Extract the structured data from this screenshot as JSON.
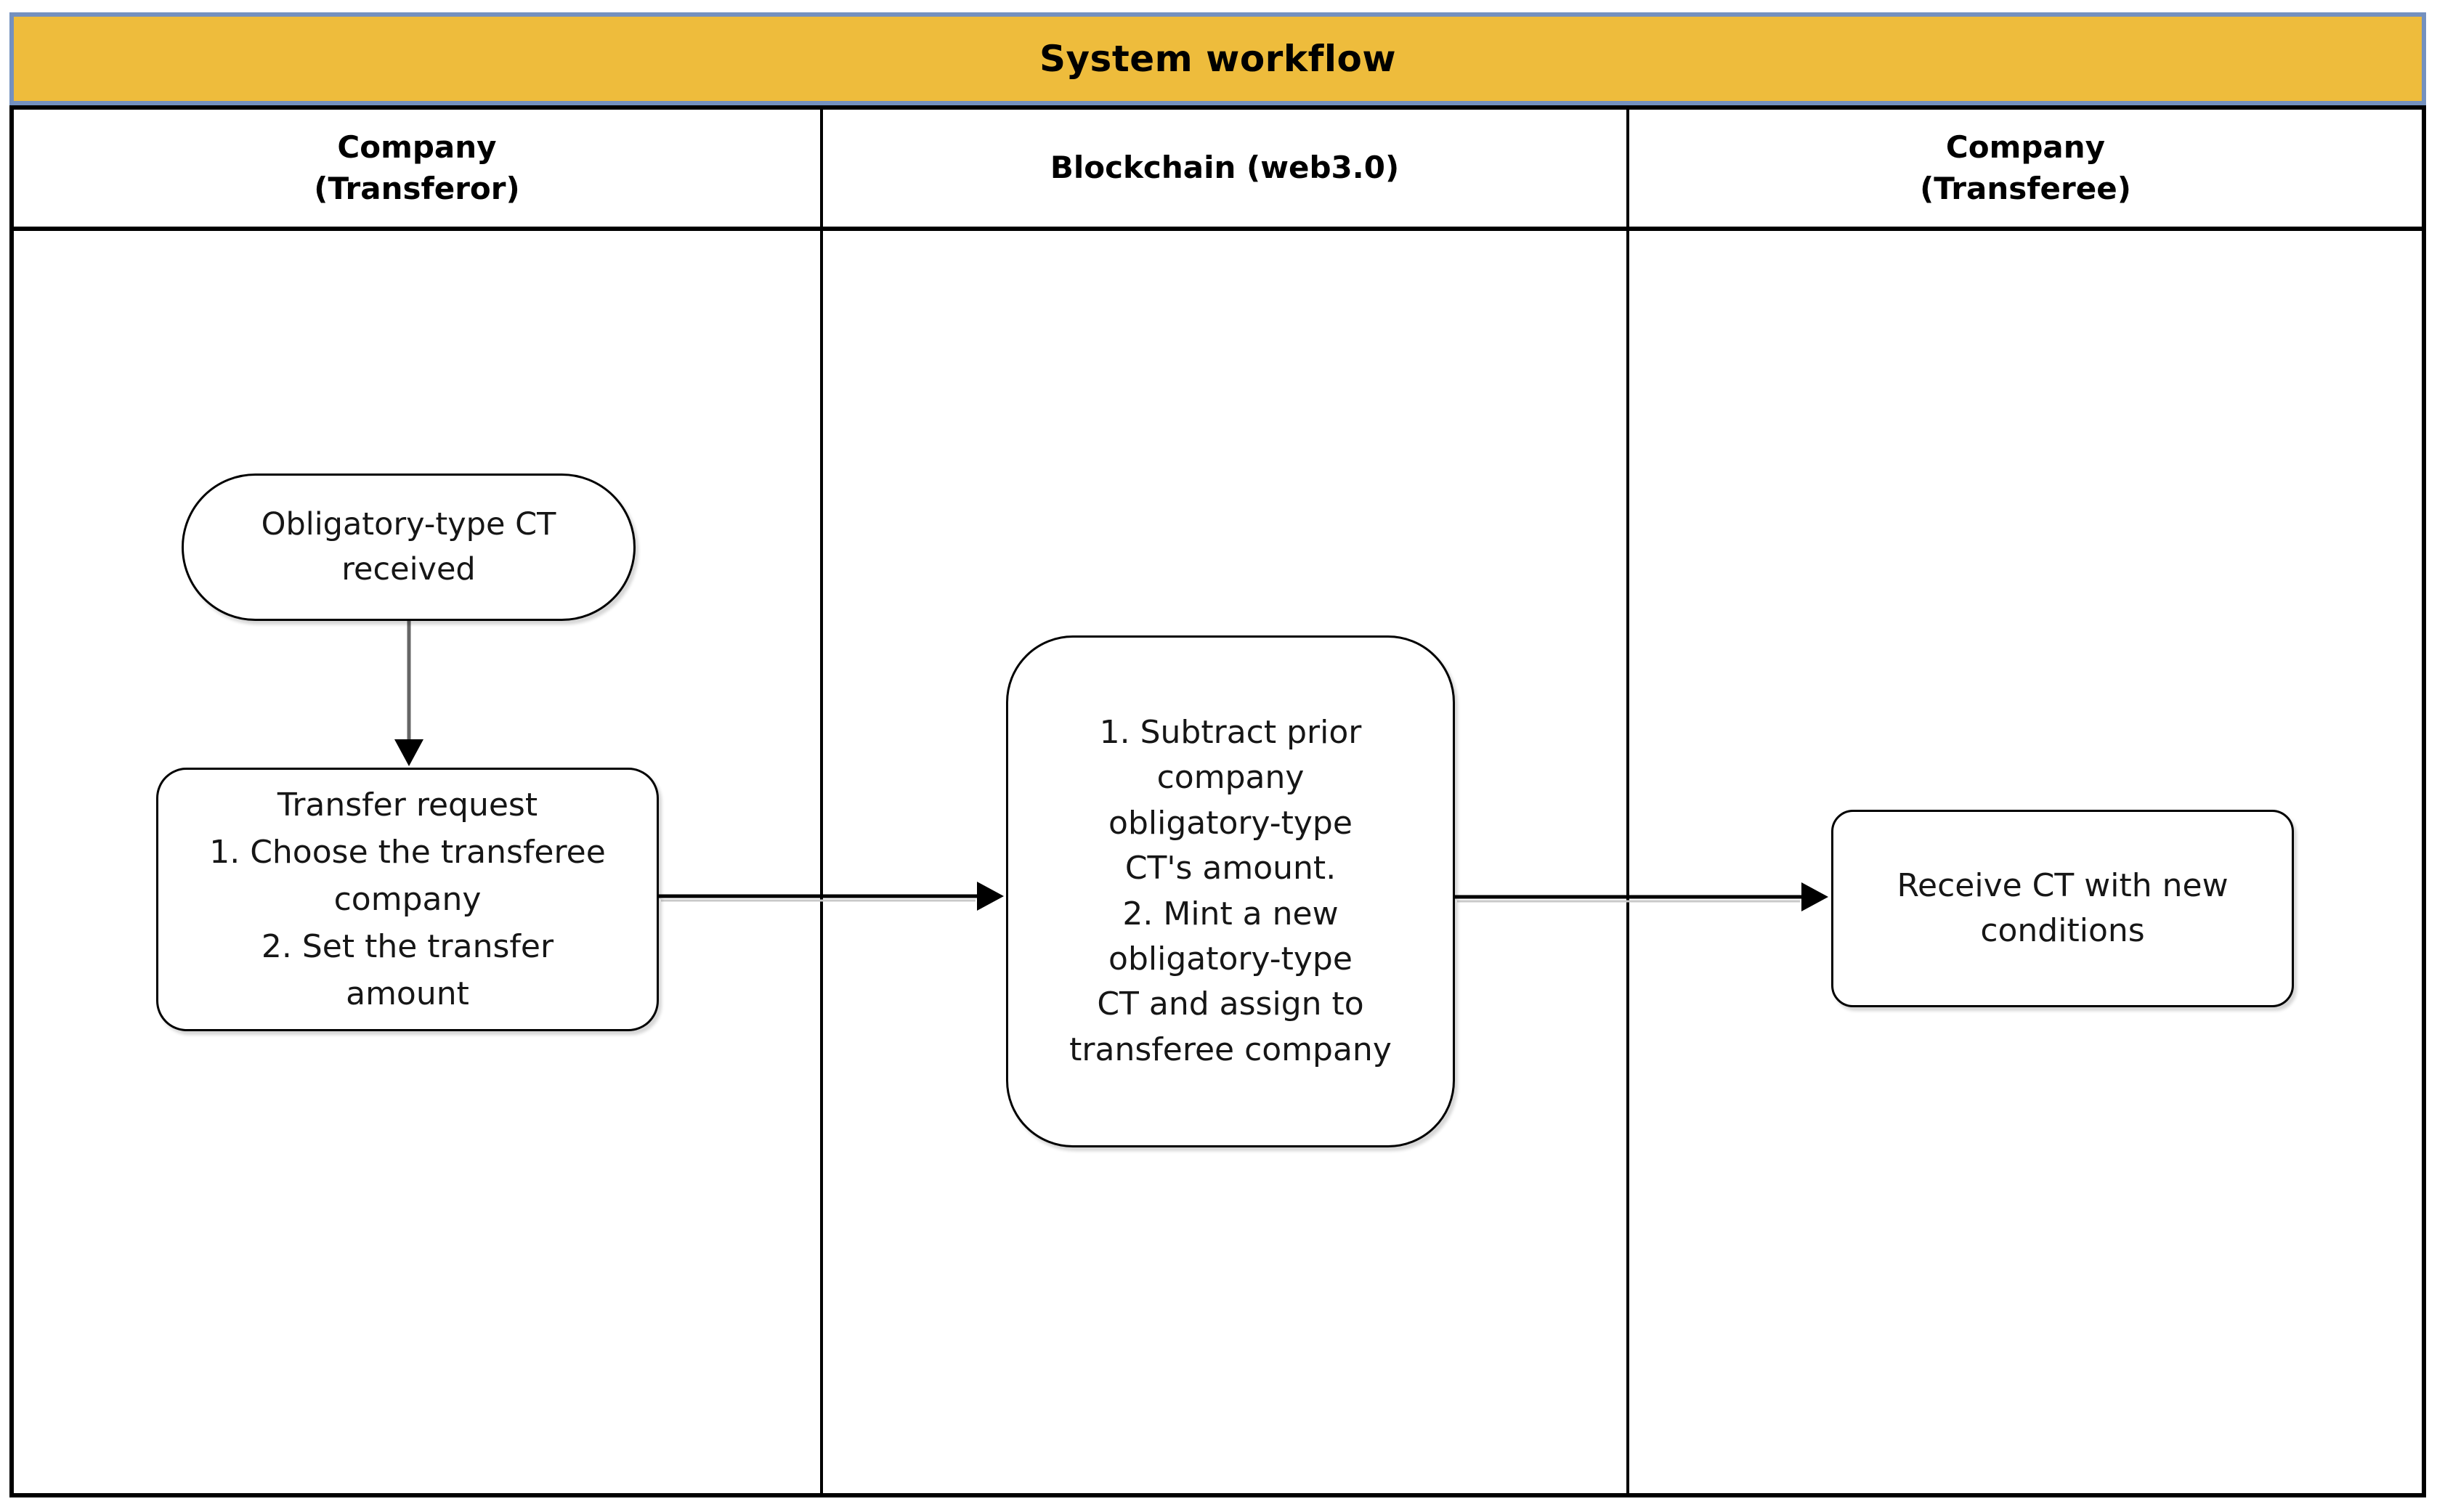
{
  "diagram": {
    "title": "System workflow",
    "colors": {
      "title_bg": "#EEBC3C",
      "title_border": "#7491BF",
      "pool_border": "#000000",
      "shape_fill": "#FFFFFF",
      "shape_border": "#000000",
      "text": "#000000",
      "connector_line_gray": "#666666",
      "connector_line_black": "#000000"
    },
    "lanes": [
      {
        "label": "Company\n(Transferor)"
      },
      {
        "label": "Blockchain (web3.0)"
      },
      {
        "label": "Company\n(Transferee)"
      }
    ],
    "nodes": {
      "start_event": {
        "shape": "terminator",
        "lane": "Company (Transferor)",
        "text": "Obligatory-type CT\nreceived"
      },
      "transfer_request": {
        "shape": "process",
        "lane": "Company (Transferor)",
        "text": "Transfer request\n1. Choose the transferee\ncompany\n2. Set the transfer\namount"
      },
      "blockchain_process": {
        "shape": "process",
        "lane": "Blockchain (web3.0)",
        "text": "1. Subtract prior\ncompany\nobligatory-type\nCT's amount.\n2. Mint a new\nobligatory-type\nCT and assign to\ntransferee company"
      },
      "receive": {
        "shape": "process",
        "lane": "Company (Transferee)",
        "text": "Receive CT with new\nconditions"
      }
    },
    "edges": [
      {
        "from": "start_event",
        "to": "transfer_request"
      },
      {
        "from": "transfer_request",
        "to": "blockchain_process"
      },
      {
        "from": "blockchain_process",
        "to": "receive"
      }
    ]
  }
}
